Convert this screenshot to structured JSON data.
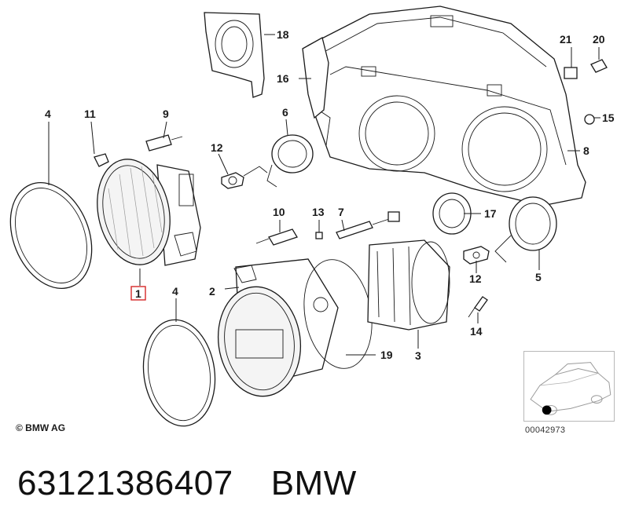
{
  "diagram": {
    "callouts": {
      "c1": "1",
      "c2": "2",
      "c3": "3",
      "c4a": "4",
      "c4b": "4",
      "c5": "5",
      "c6": "6",
      "c7": "7",
      "c8": "8",
      "c9": "9",
      "c10": "10",
      "c11": "11",
      "c12a": "12",
      "c12b": "12",
      "c13": "13",
      "c14": "14",
      "c15": "15",
      "c16": "16",
      "c17": "17",
      "c18": "18",
      "c19": "19",
      "c20": "20",
      "c21": "21"
    },
    "highlighted_callout": "1",
    "highlight_color": "#d62828",
    "copyright": "© BMW AG",
    "inset": {
      "code": "00042973",
      "icon": "car-location-icon"
    }
  },
  "footer": {
    "part_number": "63121386407",
    "brand": "BMW"
  }
}
